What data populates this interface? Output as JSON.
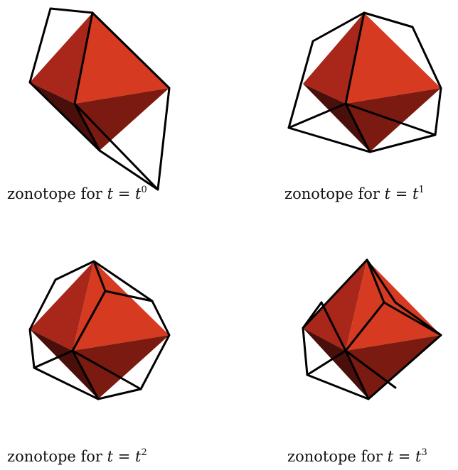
{
  "colors": {
    "face_light": "#D63A20",
    "face_mid": "#A8261A",
    "face_dark": "#7A1A10",
    "face_darkest": "#4A0F0A",
    "outline": "#000000"
  },
  "panels": [
    {
      "caption": {
        "prefix": "zonotope for ",
        "var": "t",
        "eq": " = ",
        "base": "t",
        "exp": "0"
      }
    },
    {
      "caption": {
        "prefix": "zonotope for ",
        "var": "t",
        "eq": " = ",
        "base": "t",
        "exp": "1"
      }
    },
    {
      "caption": {
        "prefix": "zonotope for ",
        "var": "t",
        "eq": " = ",
        "base": "t",
        "exp": "2"
      }
    },
    {
      "caption": {
        "prefix": "zonotope for ",
        "var": "t",
        "eq": " = ",
        "base": "t",
        "exp": "3"
      }
    }
  ]
}
